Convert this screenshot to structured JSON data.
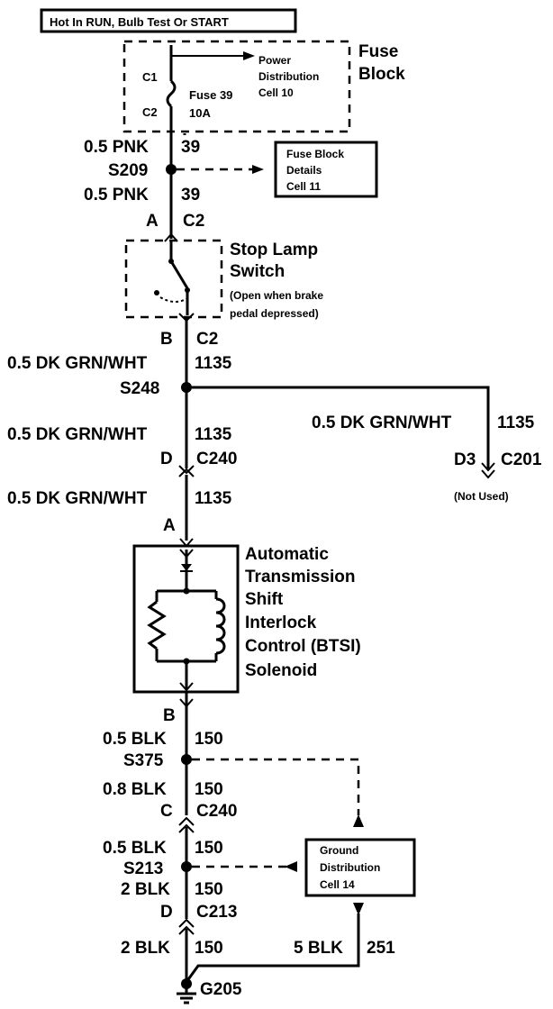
{
  "header": {
    "power_label": "Hot In RUN, Bulb Test Or START"
  },
  "fuse_block": {
    "title_line1": "Fuse",
    "title_line2": "Block",
    "c1": "C1",
    "c2": "C2",
    "fuse_name": "Fuse 39",
    "fuse_rating": "10A",
    "ref_line1": "Power",
    "ref_line2": "Distribution",
    "ref_line3": "Cell 10"
  },
  "wire1": {
    "gauge_color": "0.5 PNK",
    "circuit": "39"
  },
  "splice_s209": {
    "label": "S209"
  },
  "fuse_block_details": {
    "line1": "Fuse Block",
    "line2": "Details",
    "line3": "Cell 11"
  },
  "wire2": {
    "gauge_color": "0.5 PNK",
    "circuit": "39"
  },
  "conn_a_c2": {
    "pin": "A",
    "connector": "C2"
  },
  "stop_lamp_switch": {
    "name_line1": "Stop Lamp",
    "name_line2": "Switch",
    "note_line1": "(Open when brake",
    "note_line2": "pedal depressed)"
  },
  "conn_b_c2": {
    "pin": "B",
    "connector": "C2"
  },
  "wire3": {
    "gauge_color": "0.5 DK GRN/WHT",
    "circuit": "1135"
  },
  "splice_s248": {
    "label": "S248"
  },
  "wire4": {
    "gauge_color": "0.5 DK GRN/WHT",
    "circuit": "1135"
  },
  "wire_branch": {
    "gauge_color": "0.5 DK GRN/WHT",
    "circuit": "1135"
  },
  "conn_d3_c201": {
    "pin": "D3",
    "connector": "C201",
    "note": "(Not Used)"
  },
  "conn_d_c240": {
    "pin": "D",
    "connector": "C240"
  },
  "wire5": {
    "gauge_color": "0.5 DK GRN/WHT",
    "circuit": "1135"
  },
  "conn_a": {
    "pin": "A"
  },
  "solenoid": {
    "line1": "Automatic",
    "line2": "Transmission",
    "line3": "Shift",
    "line4": "Interlock",
    "line5": "Control (BTSI)",
    "line6": "Solenoid"
  },
  "conn_b": {
    "pin": "B"
  },
  "wire6": {
    "gauge_color": "0.5 BLK",
    "circuit": "150"
  },
  "splice_s375": {
    "label": "S375"
  },
  "wire7": {
    "gauge_color": "0.8 BLK",
    "circuit": "150"
  },
  "conn_c_c240": {
    "pin": "C",
    "connector": "C240"
  },
  "wire8": {
    "gauge_color": "0.5 BLK",
    "circuit": "150"
  },
  "splice_s213": {
    "label": "S213"
  },
  "ground_distribution": {
    "line1": "Ground",
    "line2": "Distribution",
    "line3": "Cell 14"
  },
  "wire9": {
    "gauge_color": "2 BLK",
    "circuit": "150"
  },
  "conn_d_c213": {
    "pin": "D",
    "connector": "C213"
  },
  "wire10": {
    "gauge_color": "2 BLK",
    "circuit": "150"
  },
  "wire11": {
    "gauge_color": "5 BLK",
    "circuit": "251"
  },
  "ground_g205": {
    "label": "G205"
  }
}
